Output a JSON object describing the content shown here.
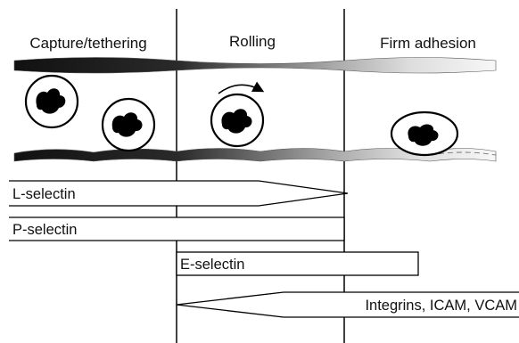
{
  "stages": {
    "capture": "Capture/tethering",
    "rolling": "Rolling",
    "adhesion": "Firm adhesion"
  },
  "molecules": {
    "l_selectin": "L-selectin",
    "p_selectin": "P-selectin",
    "e_selectin": "E-selectin",
    "integrins": "Integrins, ICAM, VCAM"
  }
}
